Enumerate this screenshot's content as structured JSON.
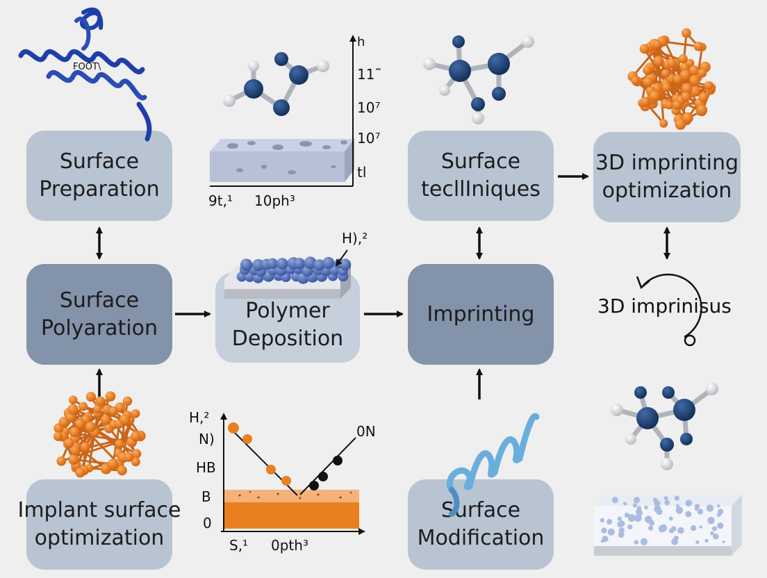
{
  "boxes": {
    "surface_preparation": [
      "Surface",
      "Preparation"
    ],
    "surface_polyaration": [
      "Surface",
      "Polyaration"
    ],
    "implant_surface_optimization": [
      "Implant surface",
      "optimization"
    ],
    "polymer_deposition": [
      "Polymer",
      "Deposition"
    ],
    "imprinting": [
      "Imprinting"
    ],
    "surface_techniques": [
      "Surface",
      "tecllIniques"
    ],
    "surface_modification": [
      "Surface",
      "Modification"
    ],
    "imprinting_optimization": [
      "3D imprinting",
      "optimization"
    ]
  },
  "cycle_label": "3D imprinisus",
  "protein_label": "FOOT\\",
  "top_chart": {
    "axis_top": "h",
    "y_ticks": [
      "11˜",
      "10⁷",
      "10⁷",
      "tl"
    ],
    "x_ticks": [
      "9t,¹",
      "10ph³"
    ]
  },
  "deposition_label": "H),²",
  "bottom_chart": {
    "y_ticks": [
      "H,²",
      "N)",
      "HB",
      "B",
      "0"
    ],
    "x_ticks": [
      "S,¹",
      "0pth³"
    ],
    "annotation": "0N"
  },
  "colors": {
    "light_box": "#b9c4d3",
    "dark_box": "#8393aa",
    "navy_atom": "#1f3f6e",
    "orange_atom": "#e8801f",
    "helix_blue": "#1f3fa8",
    "helix_light": "#6aaedc"
  }
}
